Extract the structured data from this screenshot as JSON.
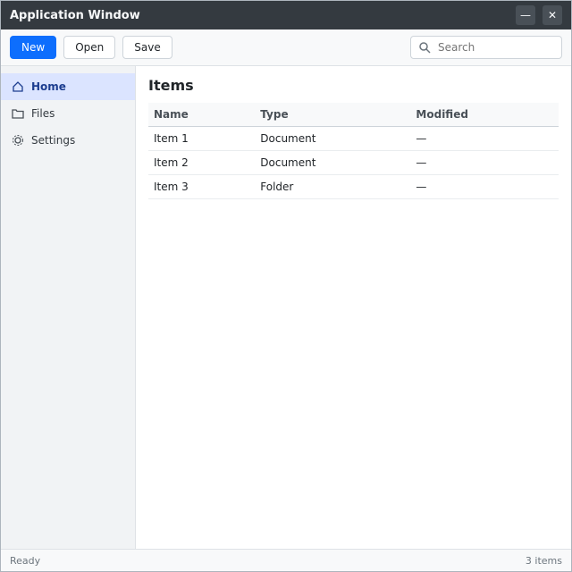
{
  "window": {
    "title": "Application Window",
    "minimize_glyph": "—",
    "close_glyph": "✕"
  },
  "toolbar": {
    "new_label": "New",
    "open_label": "Open",
    "save_label": "Save",
    "search_placeholder": "Search"
  },
  "sidebar": {
    "items": [
      {
        "label": "Home",
        "icon": "home-icon"
      },
      {
        "label": "Files",
        "icon": "folder-icon"
      },
      {
        "label": "Settings",
        "icon": "gear-icon"
      }
    ]
  },
  "main": {
    "heading": "Items",
    "columns": [
      "Name",
      "Type",
      "Modified"
    ],
    "rows": [
      [
        "Item 1",
        "Document",
        "—"
      ],
      [
        "Item 2",
        "Document",
        "—"
      ],
      [
        "Item 3",
        "Folder",
        "—"
      ]
    ]
  },
  "status": {
    "left": "Ready",
    "right": "3 items"
  },
  "colors": {
    "accent": "#0d6efd",
    "titlebar": "#343a40"
  }
}
